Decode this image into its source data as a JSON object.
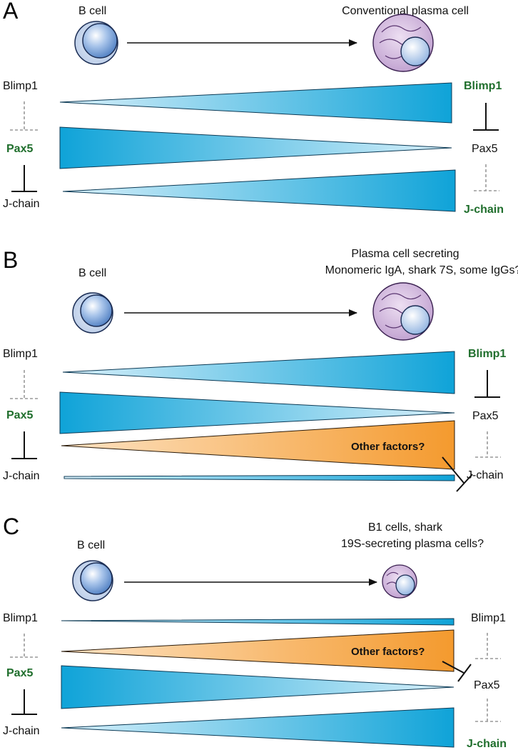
{
  "panels": [
    {
      "letter": "A",
      "b_cell": "B cell",
      "target_lines": [
        "Conventional plasma cell"
      ],
      "left": {
        "blimp1": "Blimp1",
        "pax5": "Pax5",
        "jchain": "J-chain"
      },
      "right": {
        "blimp1": "Blimp1",
        "pax5": "Pax5",
        "jchain": "J-chain"
      }
    },
    {
      "letter": "B",
      "b_cell": "B cell",
      "target_lines": [
        "Plasma cell secreting",
        "Monomeric IgA, shark 7S, some IgGs?"
      ],
      "left": {
        "blimp1": "Blimp1",
        "pax5": "Pax5",
        "jchain": "J-chain"
      },
      "right": {
        "blimp1": "Blimp1",
        "pax5": "Pax5",
        "jchain": "J-chain"
      },
      "other_factors": "Other factors?"
    },
    {
      "letter": "C",
      "b_cell": "B cell",
      "target_lines": [
        "B1 cells, shark",
        "19S-secreting plasma cells?"
      ],
      "left": {
        "blimp1": "Blimp1",
        "pax5": "Pax5",
        "jchain": "J-chain"
      },
      "right": {
        "blimp1": "Blimp1",
        "pax5": "Pax5",
        "jchain": "J-chain"
      },
      "other_factors": "Other factors?"
    }
  ],
  "colors": {
    "blue_dark": "#0fa3d8",
    "blue_light": "#d9f0fa",
    "orange_dark": "#f49a2e",
    "orange_light": "#fde3c4",
    "green_label": "#1f6e2c",
    "cell_blue": "#7fa9de",
    "plasma_purple": "#cdb2d8"
  }
}
